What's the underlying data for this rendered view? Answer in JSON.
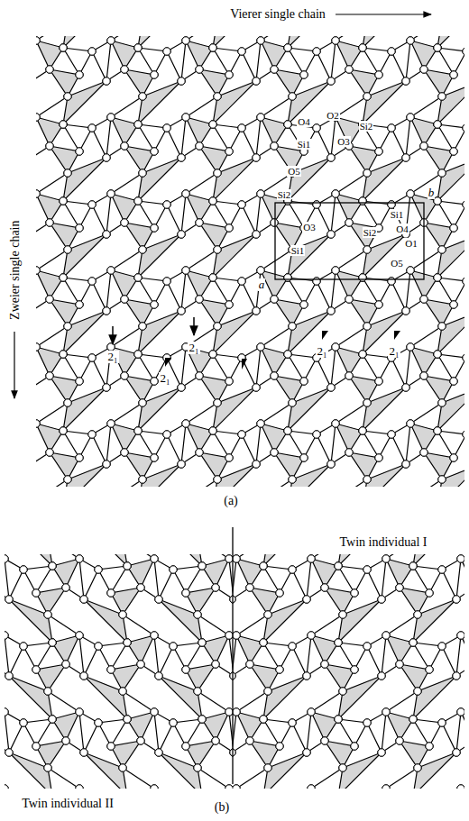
{
  "diagram": {
    "labels": [
      "Vierer single chain",
      "Zweier single chain",
      "O4",
      "O2",
      "Si2",
      "Si1",
      "O3",
      "O5",
      "Si2",
      "Si1",
      "O4",
      "O3",
      "Si2",
      "O1",
      "Si1",
      "O5",
      "a",
      "b",
      "2₁",
      "2₁",
      "2₁",
      "2₁",
      "2₁",
      "(a)",
      "Twin individual I",
      "Twin individual II",
      "(b)"
    ]
  }
}
